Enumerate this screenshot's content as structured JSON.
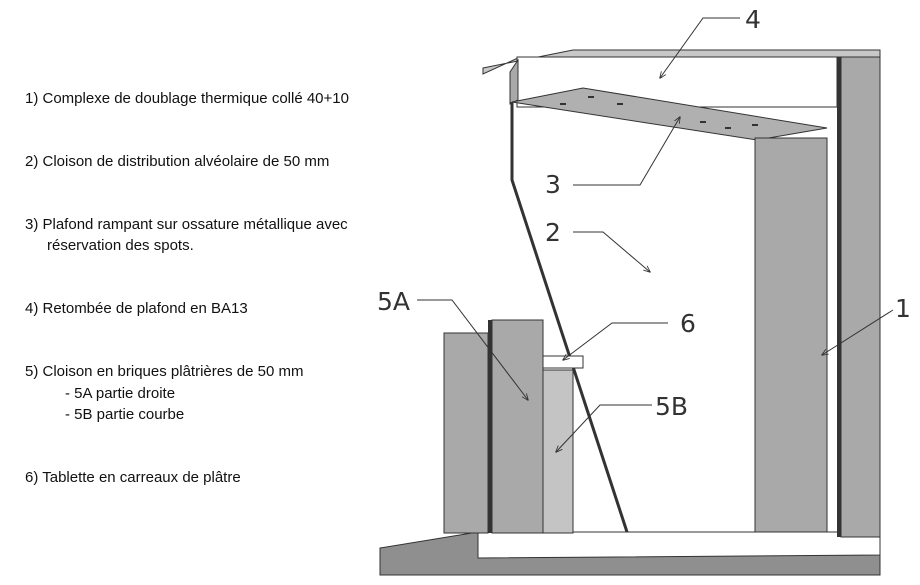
{
  "legend": {
    "item1": "1) Complexe de doublage thermique collé 40+10",
    "item2": "2) Cloison de distribution alvéolaire de 50 mm",
    "item3_line1": "3) Plafond rampant sur ossature métallique avec",
    "item3_line2": "réservation des spots.",
    "item4": "4) Retombée de plafond en BA13",
    "item5": "5) Cloison en briques plâtrières de 50 mm",
    "item5a": "- 5A partie droite",
    "item5b": "- 5B partie courbe",
    "item6": "6)  Tablette en carreaux de plâtre"
  },
  "callouts": {
    "c1": "1",
    "c2": "2",
    "c3": "3",
    "c4": "4",
    "c5a": "5A",
    "c5b": "5B",
    "c6": "6"
  },
  "colors": {
    "panel": "#a9a9a9",
    "panel_light": "#c4c4c4",
    "dark": "#333333"
  }
}
